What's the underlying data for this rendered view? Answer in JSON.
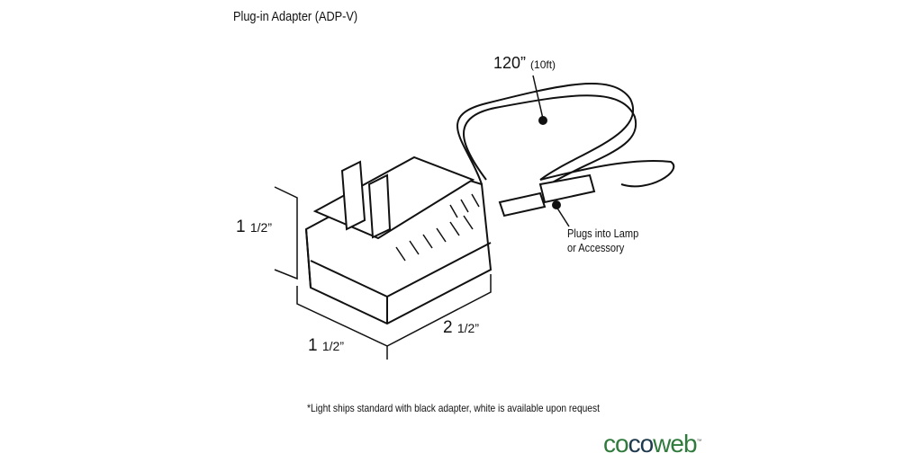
{
  "title": "Plug-in Adapter (ADP-V)",
  "cord_length": {
    "main": "120”",
    "sub": "(10ft)"
  },
  "plug_label": {
    "line1": "Plugs into Lamp",
    "line2": "or Accessory"
  },
  "dimensions": {
    "height": {
      "whole": "1",
      "fraction": "1/2”"
    },
    "depth": {
      "whole": "1",
      "fraction": "1/2”"
    },
    "width": {
      "whole": "2",
      "fraction": "1/2”"
    }
  },
  "footnote": "*Light ships standard with black adapter, white is available upon request",
  "logo": {
    "part1": "co",
    "part2": "co",
    "part3": "web",
    "tm": "™",
    "colors": {
      "green": "#2f7a3c",
      "navy": "#1f3a4d"
    }
  }
}
